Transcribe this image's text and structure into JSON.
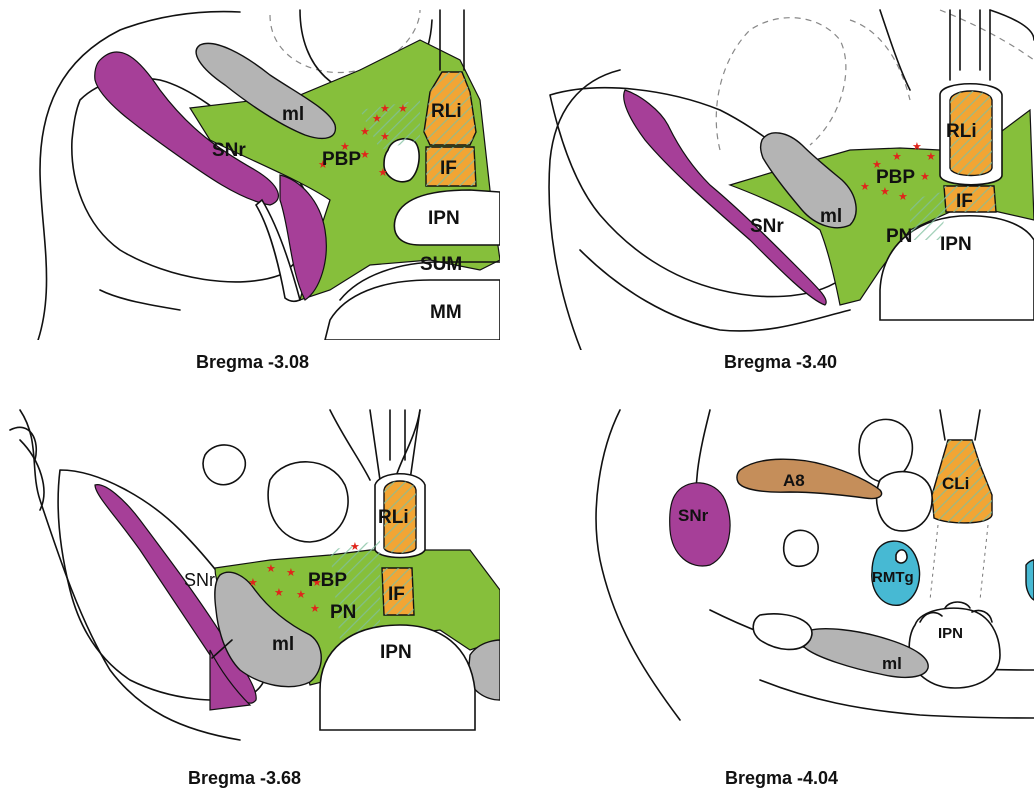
{
  "colors": {
    "green_region": "#86bf3b",
    "magenta_region": "#a63f98",
    "grey_region": "#b4b4b4",
    "orange_region": "#f2a534",
    "brown_region": "#c58e5a",
    "cyan_region": "#47b9d3",
    "star_marker": "#e0241b"
  },
  "panels": [
    {
      "caption": "Bregma -3.08",
      "labels": {
        "ml": "ml",
        "snr": "SNr",
        "pbp": "PBP",
        "rli": "RLi",
        "if": "IF",
        "ipn": "IPN",
        "sum": "SUM",
        "mm": "MM"
      }
    },
    {
      "caption": "Bregma -3.40",
      "labels": {
        "rli": "RLi",
        "pbp": "PBP",
        "if": "IF",
        "ml": "ml",
        "snr": "SNr",
        "pn": "PN",
        "ipn": "IPN"
      }
    },
    {
      "caption": "Bregma -3.68",
      "labels": {
        "rli": "RLi",
        "pbp": "PBP",
        "snr": "SNr",
        "pn": "PN",
        "if": "IF",
        "ml": "ml",
        "ipn": "IPN"
      }
    },
    {
      "caption": "Bregma -4.04",
      "labels": {
        "a8": "A8",
        "cli": "CLi",
        "snr": "SNr",
        "rmtg": "RMTg",
        "ipn": "IPN",
        "ml": "ml"
      }
    }
  ]
}
